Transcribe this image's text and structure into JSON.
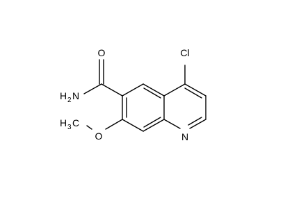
{
  "atoms": {
    "oxygen_carbonyl": "O",
    "chlorine": "Cl",
    "amide_n_main": "H",
    "amide_n_sub": "2",
    "amide_n_tail": "N",
    "methoxy_c_main": "H",
    "methoxy_c_sub": "3",
    "methoxy_c_tail": "C",
    "methoxy_o": "O",
    "ring_n": "N"
  },
  "colors": {
    "bond": "#000000",
    "label": "#000000",
    "background": "#ffffff"
  }
}
